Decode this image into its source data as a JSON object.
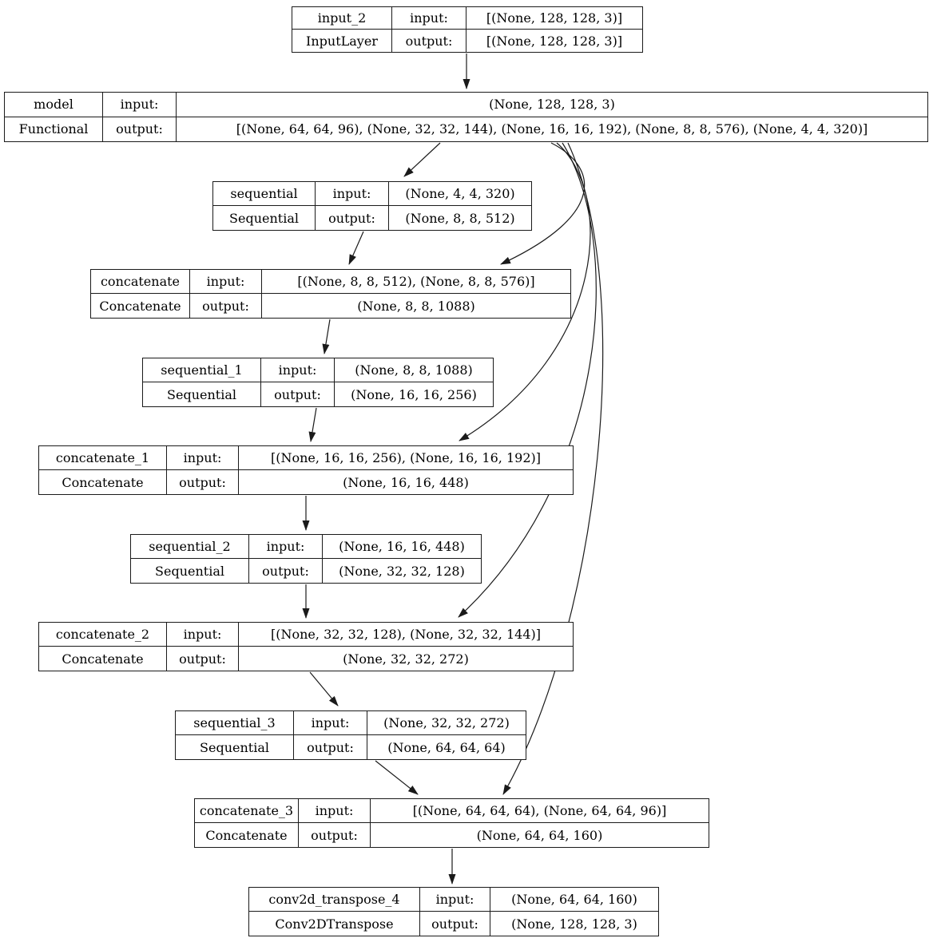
{
  "labels": {
    "input": "input:",
    "output": "output:"
  },
  "colors": {
    "stroke": "#1a1a1a",
    "background": "#ffffff",
    "text": "#000000"
  },
  "nodes": [
    {
      "id": "input_2",
      "name": "input_2",
      "type": "InputLayer",
      "input_shape": "[(None, 128, 128, 3)]",
      "output_shape": "[(None, 128, 128, 3)]"
    },
    {
      "id": "model",
      "name": "model",
      "type": "Functional",
      "input_shape": "(None, 128, 128, 3)",
      "output_shape": "[(None, 64, 64, 96), (None, 32, 32, 144), (None, 16, 16, 192), (None, 8, 8, 576), (None, 4, 4, 320)]"
    },
    {
      "id": "sequential",
      "name": "sequential",
      "type": "Sequential",
      "input_shape": "(None, 4, 4, 320)",
      "output_shape": "(None, 8, 8, 512)"
    },
    {
      "id": "concatenate",
      "name": "concatenate",
      "type": "Concatenate",
      "input_shape": "[(None, 8, 8, 512), (None, 8, 8, 576)]",
      "output_shape": "(None, 8, 8, 1088)"
    },
    {
      "id": "sequential_1",
      "name": "sequential_1",
      "type": "Sequential",
      "input_shape": "(None, 8, 8, 1088)",
      "output_shape": "(None, 16, 16, 256)"
    },
    {
      "id": "concatenate_1",
      "name": "concatenate_1",
      "type": "Concatenate",
      "input_shape": "[(None, 16, 16, 256), (None, 16, 16, 192)]",
      "output_shape": "(None, 16, 16, 448)"
    },
    {
      "id": "sequential_2",
      "name": "sequential_2",
      "type": "Sequential",
      "input_shape": "(None, 16, 16, 448)",
      "output_shape": "(None, 32, 32, 128)"
    },
    {
      "id": "concatenate_2",
      "name": "concatenate_2",
      "type": "Concatenate",
      "input_shape": "[(None, 32, 32, 128), (None, 32, 32, 144)]",
      "output_shape": "(None, 32, 32, 272)"
    },
    {
      "id": "sequential_3",
      "name": "sequential_3",
      "type": "Sequential",
      "input_shape": "(None, 32, 32, 272)",
      "output_shape": "(None, 64, 64, 64)"
    },
    {
      "id": "concatenate_3",
      "name": "concatenate_3",
      "type": "Concatenate",
      "input_shape": "[(None, 64, 64, 64), (None, 64, 64, 96)]",
      "output_shape": "(None, 64, 64, 160)"
    },
    {
      "id": "conv2d_transpose_4",
      "name": "conv2d_transpose_4",
      "type": "Conv2DTranspose",
      "input_shape": "(None, 64, 64, 160)",
      "output_shape": "(None, 128, 128, 3)"
    }
  ],
  "edges": [
    {
      "from": "input_2",
      "to": "model"
    },
    {
      "from": "model",
      "to": "sequential"
    },
    {
      "from": "model",
      "to": "concatenate"
    },
    {
      "from": "model",
      "to": "concatenate_1"
    },
    {
      "from": "model",
      "to": "concatenate_2"
    },
    {
      "from": "model",
      "to": "concatenate_3"
    },
    {
      "from": "sequential",
      "to": "concatenate"
    },
    {
      "from": "concatenate",
      "to": "sequential_1"
    },
    {
      "from": "sequential_1",
      "to": "concatenate_1"
    },
    {
      "from": "concatenate_1",
      "to": "sequential_2"
    },
    {
      "from": "sequential_2",
      "to": "concatenate_2"
    },
    {
      "from": "concatenate_2",
      "to": "sequential_3"
    },
    {
      "from": "sequential_3",
      "to": "concatenate_3"
    },
    {
      "from": "concatenate_3",
      "to": "conv2d_transpose_4"
    }
  ]
}
